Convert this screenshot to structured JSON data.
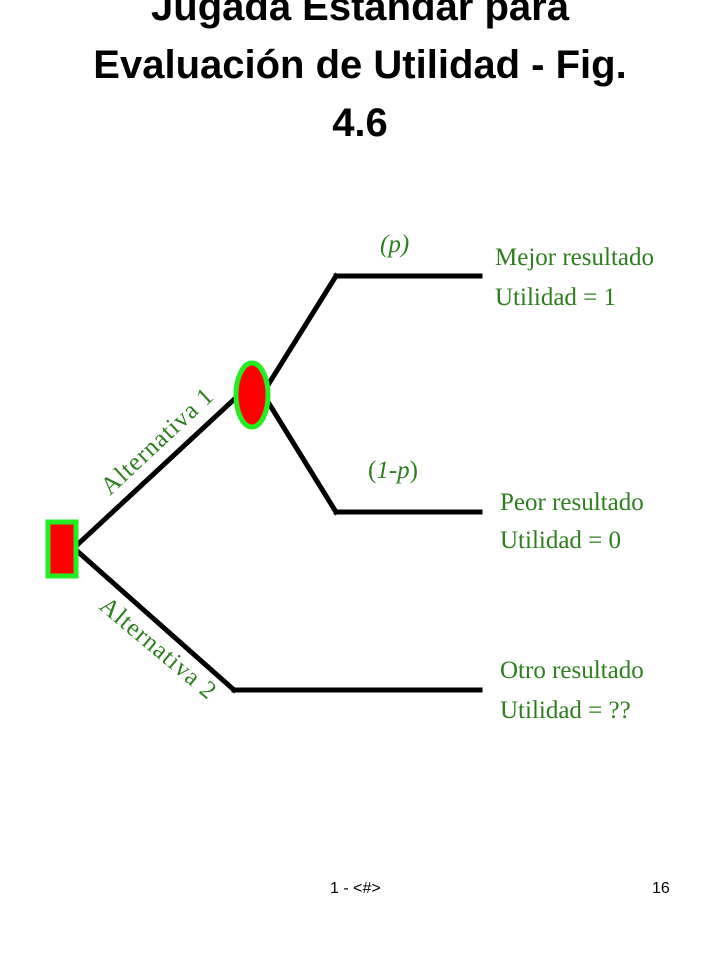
{
  "slide": {
    "title_lines": [
      "Jugada Estándar para",
      "Evaluación de Utilidad - Fig.",
      "4.6"
    ],
    "footer_left": "1 - <#>",
    "page_number": "16"
  },
  "tree": {
    "branch_alt1": "Alternativa 1",
    "branch_alt2": "Alternativa 2",
    "prob_upper": "(p)",
    "prob_lower_open": "(",
    "prob_lower_one": "1",
    "prob_lower_dash": "-",
    "prob_lower_p": "p",
    "prob_lower_close": ")",
    "outcome_best_name": "Mejor resultado",
    "outcome_best_utility": "Utilidad = 1",
    "outcome_worst_name": "Peor resultado",
    "outcome_worst_utility": "Utilidad = 0",
    "outcome_other_name": "Otro resultado",
    "outcome_other_utility": "Utilidad = ??"
  },
  "colors": {
    "label_green": "#2e7d1e",
    "node_fill": "#ff0000",
    "node_outline": "#22ee22",
    "line": "#000000"
  }
}
